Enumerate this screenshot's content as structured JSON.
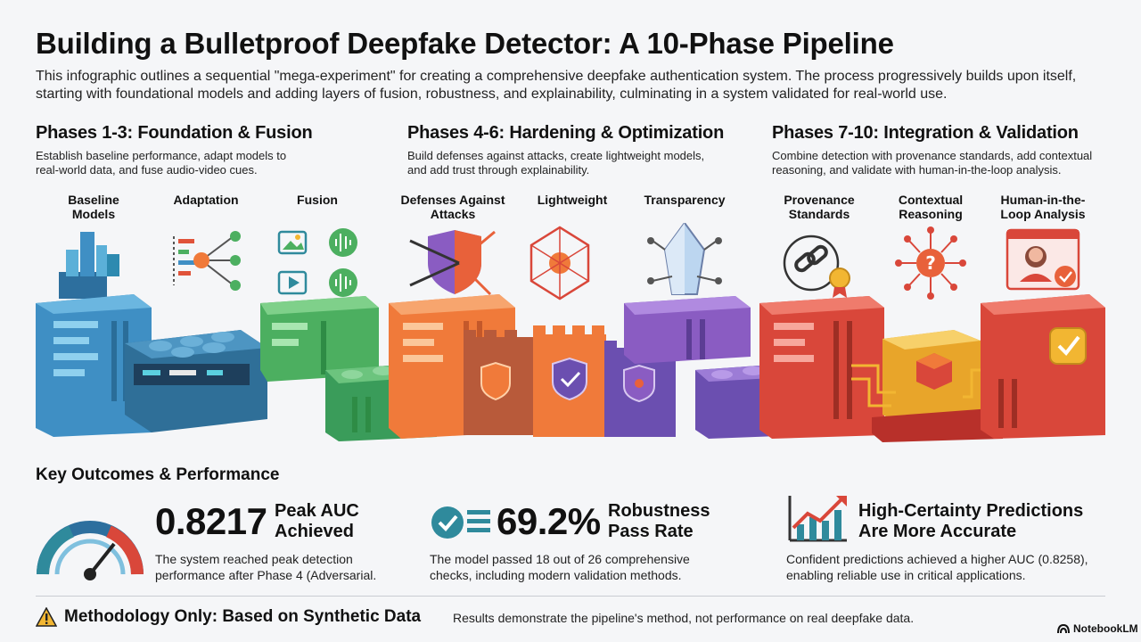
{
  "title": "Building a Bulletproof Deepfake Detector: A 10-Phase Pipeline",
  "intro": "This infographic outlines a sequential \"mega-experiment\" for creating a comprehensive deepfake authentication system. The process progressively builds upon itself, starting with foundational models and adding layers of fusion, robustness, and explainability, culminating in a system validated for real-world use.",
  "phases": [
    {
      "heading": "Phases 1-3: Foundation & Fusion",
      "desc_line1": "Establish baseline performance, adapt models to",
      "desc_line2": "real-world data, and fuse audio-video cues."
    },
    {
      "heading": "Phases 4-6: Hardening & Optimization",
      "desc_line1": "Build defenses against attacks, create lightweight models,",
      "desc_line2": "and add trust through explainability."
    },
    {
      "heading": "Phases 7-10: Integration & Validation",
      "desc_line1": "Combine detection with provenance standards, add contextual",
      "desc_line2": "reasoning, and validate with human-in-the-loop analysis."
    }
  ],
  "stages": [
    {
      "line1": "Baseline",
      "line2": "Models"
    },
    {
      "line1": "Adaptation",
      "line2": ""
    },
    {
      "line1": "Fusion",
      "line2": ""
    },
    {
      "line1": "Defenses Against",
      "line2": "Attacks"
    },
    {
      "line1": "Lightweight",
      "line2": ""
    },
    {
      "line1": "Transparency",
      "line2": ""
    },
    {
      "line1": "Provenance",
      "line2": "Standards"
    },
    {
      "line1": "Contextual",
      "line2": "Reasoning"
    },
    {
      "line1": "Human-in-the-",
      "line2": "Loop Analysis"
    }
  ],
  "outcomes": {
    "title": "Key Outcomes & Performance",
    "metrics": [
      {
        "value": "0.8217",
        "label_line1": "Peak AUC",
        "label_line2": "Achieved",
        "desc_line1": "The system reached peak detection",
        "desc_line2": "performance after Phase 4 (Adversarial."
      },
      {
        "value": "69.2%",
        "label_line1": "Robustness",
        "label_line2": "Pass Rate",
        "desc_line1": "The model passed 18 out of 26 comprehensive",
        "desc_line2": "checks, including modern validation methods."
      },
      {
        "value": "",
        "label_line1": "High-Certainty Predictions",
        "label_line2": "Are More Accurate",
        "desc_line1": "Confident predictions achieved a higher AUC (0.8258),",
        "desc_line2": "enabling reliable use in critical applications."
      }
    ]
  },
  "footer": {
    "warning": "Methodology Only: Based on Synthetic Data",
    "note": "Results demonstrate the pipeline's method, not performance on real deepfake data.",
    "brand": "NotebookLM"
  },
  "icons": {
    "warning": "warning-triangle-icon",
    "gauge": "speedometer-gauge-icon",
    "check": "checklist-icon",
    "chart": "rising-chart-icon",
    "brand": "notebooklm-logo-icon"
  },
  "colors": {
    "blue": "#3f8fc4",
    "teal": "#2f8a9c",
    "green": "#4caf60",
    "orange": "#f07a3a",
    "coral": "#e8613a",
    "purple": "#8a5cc2",
    "violet": "#6b4fb0",
    "red": "#d9473a",
    "gold": "#f2b632"
  }
}
